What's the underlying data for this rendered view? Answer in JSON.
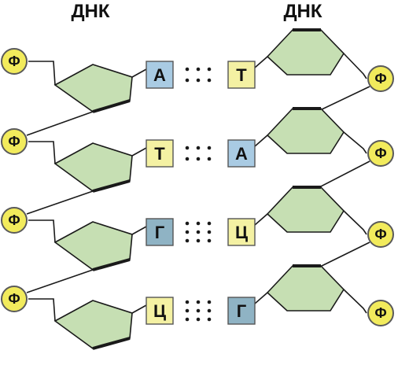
{
  "strands": {
    "left_title": "ДНК",
    "right_title": "ДНК"
  },
  "phosphate_label": "Ф",
  "pairs": [
    {
      "left": "А",
      "right": "Т"
    },
    {
      "left": "Т",
      "right": "А"
    },
    {
      "left": "Г",
      "right": "Ц"
    },
    {
      "left": "Ц",
      "right": "Г"
    }
  ],
  "colors": {
    "sugar_fill": "#c6dfb3",
    "sugar_stroke": "#1a1a1a",
    "phosphate_fill": "#f2eb5c",
    "phosphate_stroke": "#5a5a5a",
    "base_A": "#a9cbe3",
    "base_T": "#f4f1a3",
    "base_G": "#8fb3c4",
    "base_C": "#f4f1a3",
    "hbond_dot": "#1a1a1a",
    "backbone": "#1a1a1a"
  }
}
